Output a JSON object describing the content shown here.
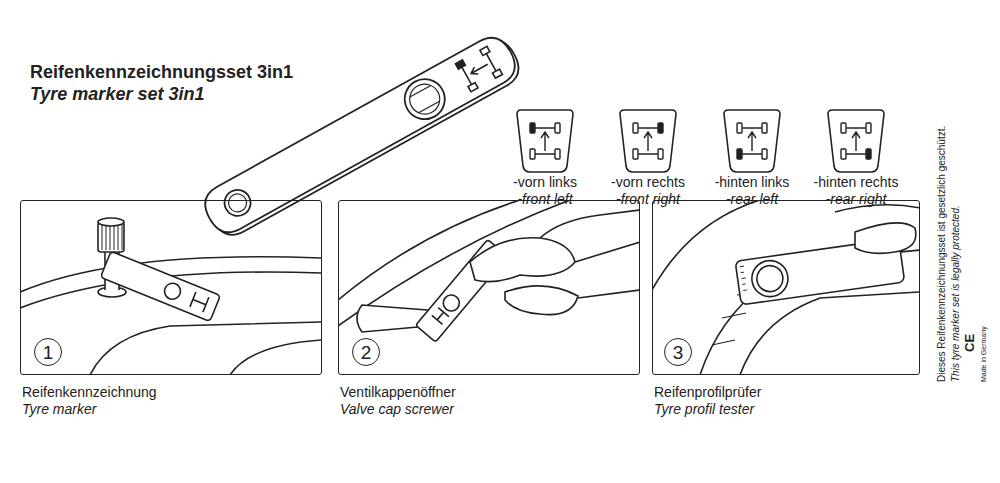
{
  "diagram": {
    "title": "Reifenkennzeichnungsset 3in1",
    "nodes": [
      {
        "text": [
          "-vorn links",
          "-front left"
        ]
      },
      {
        "text": [
          "-vorn rechts",
          "-front right"
        ]
      },
      {
        "text": [
          "-hinten links",
          "-rear left"
        ]
      },
      {
        "text": [
          "-hinten rechts",
          "-rear right"
        ]
      },
      {
        "text": [
          "Reifenkennzeichnung",
          "Tyre marker"
        ]
      },
      {
        "text": [
          "1"
        ],
        "in": 4
      },
      {
        "text": [
          "Ventilkappenöffner",
          "Valve cap screwer"
        ]
      },
      {
        "text": [
          "2"
        ],
        "in": 6
      },
      {
        "text": [
          "Reifenprofilprüfer",
          "Tyre profil tester"
        ]
      },
      {
        "text": [
          "3"
        ],
        "in": 8
      }
    ],
    "labels": [
      "Tyre marker set 3in1",
      "Dieses Reifenkennzeichnungsset ist gesetzlich geschützt.",
      "This tyre marker set is legally protected.",
      "CE",
      "Made in Germany"
    ]
  }
}
